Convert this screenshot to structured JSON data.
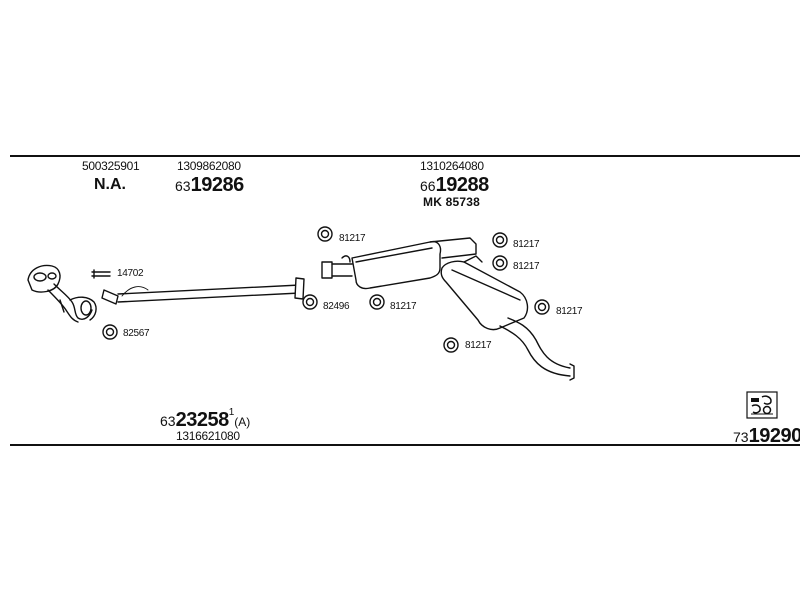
{
  "header_parts": {
    "p1_code": "500325901",
    "p1_status": "N.A.",
    "p2_code": "1309862080",
    "p2_prefix": "63",
    "p2_number": "19286",
    "p3_code": "1310264080",
    "p3_prefix": "66",
    "p3_number": "19288",
    "p3_kit": "MK 85738"
  },
  "rings": {
    "r1": "14702",
    "r2": "82567",
    "r3": "81217",
    "r4": "82496",
    "r5": "81217",
    "r6": "81217",
    "r7": "81217",
    "r8": "81217",
    "r9": "81217"
  },
  "footer_parts": {
    "f1_prefix": "63",
    "f1_number": "23258",
    "f1_sup": "1",
    "f1_suffix": "(A)",
    "f1_code": "1316621080",
    "f2_prefix": "73",
    "f2_number": "19290"
  },
  "colors": {
    "line": "#111111",
    "background": "#ffffff"
  },
  "icons": {
    "kit": "assembly-kit-icon"
  }
}
